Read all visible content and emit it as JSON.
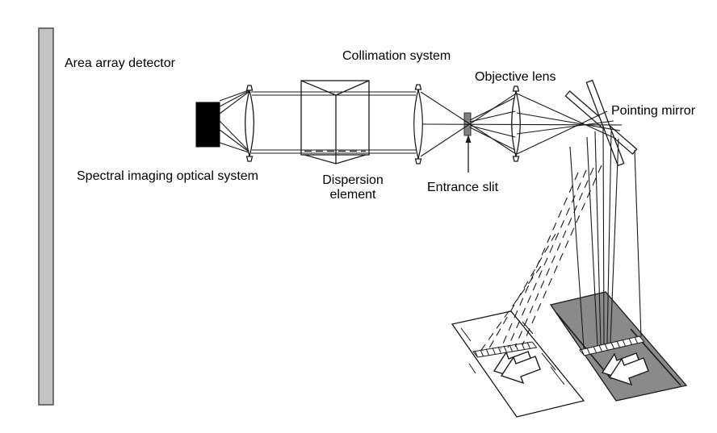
{
  "labels": {
    "area_array_detector": "Area array detector",
    "collimation_system": "Collimation system",
    "objective_lens": "Objective lens",
    "pointing_mirror": "Pointing mirror",
    "spectral_imaging_optical_system": "Spectral imaging optical system",
    "dispersion_element": "Dispersion\nelement",
    "entrance_slit": "Entrance slit"
  },
  "colors": {
    "background": "#ffffff",
    "line": "#1a1a1a",
    "detector_bar_fill": "#c2c2c2",
    "detector_block_fill": "#000000",
    "entrance_slit_fill": "#808080",
    "scene_gray_fill": "#8a8a8a",
    "scene_white_fill": "#ffffff"
  }
}
